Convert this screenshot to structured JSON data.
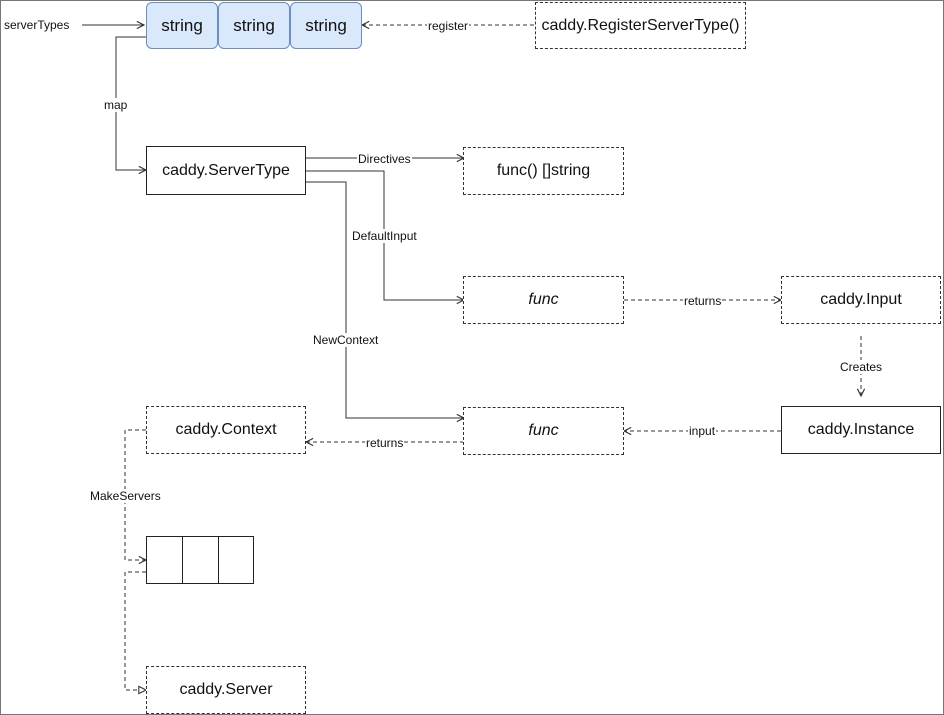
{
  "diagram": {
    "nodes": {
      "server_types": "serverTypes",
      "string_1": "string",
      "string_2": "string",
      "string_3": "string",
      "register_server_type": "caddy.RegisterServerType()",
      "server_type": "caddy.ServerType",
      "directives_func": "func() []string",
      "default_input_func": "func",
      "caddy_input": "caddy.Input",
      "new_context_func": "func",
      "caddy_instance": "caddy.Instance",
      "caddy_context": "caddy.Context",
      "caddy_server": "caddy.Server"
    },
    "edges": {
      "register": "register",
      "map": "map",
      "directives": "Directives",
      "default_input": "DefaultInput",
      "new_context": "NewContext",
      "returns_input": "returns",
      "creates": "Creates",
      "input": "input",
      "returns_context": "returns",
      "make_servers": "MakeServers"
    }
  }
}
